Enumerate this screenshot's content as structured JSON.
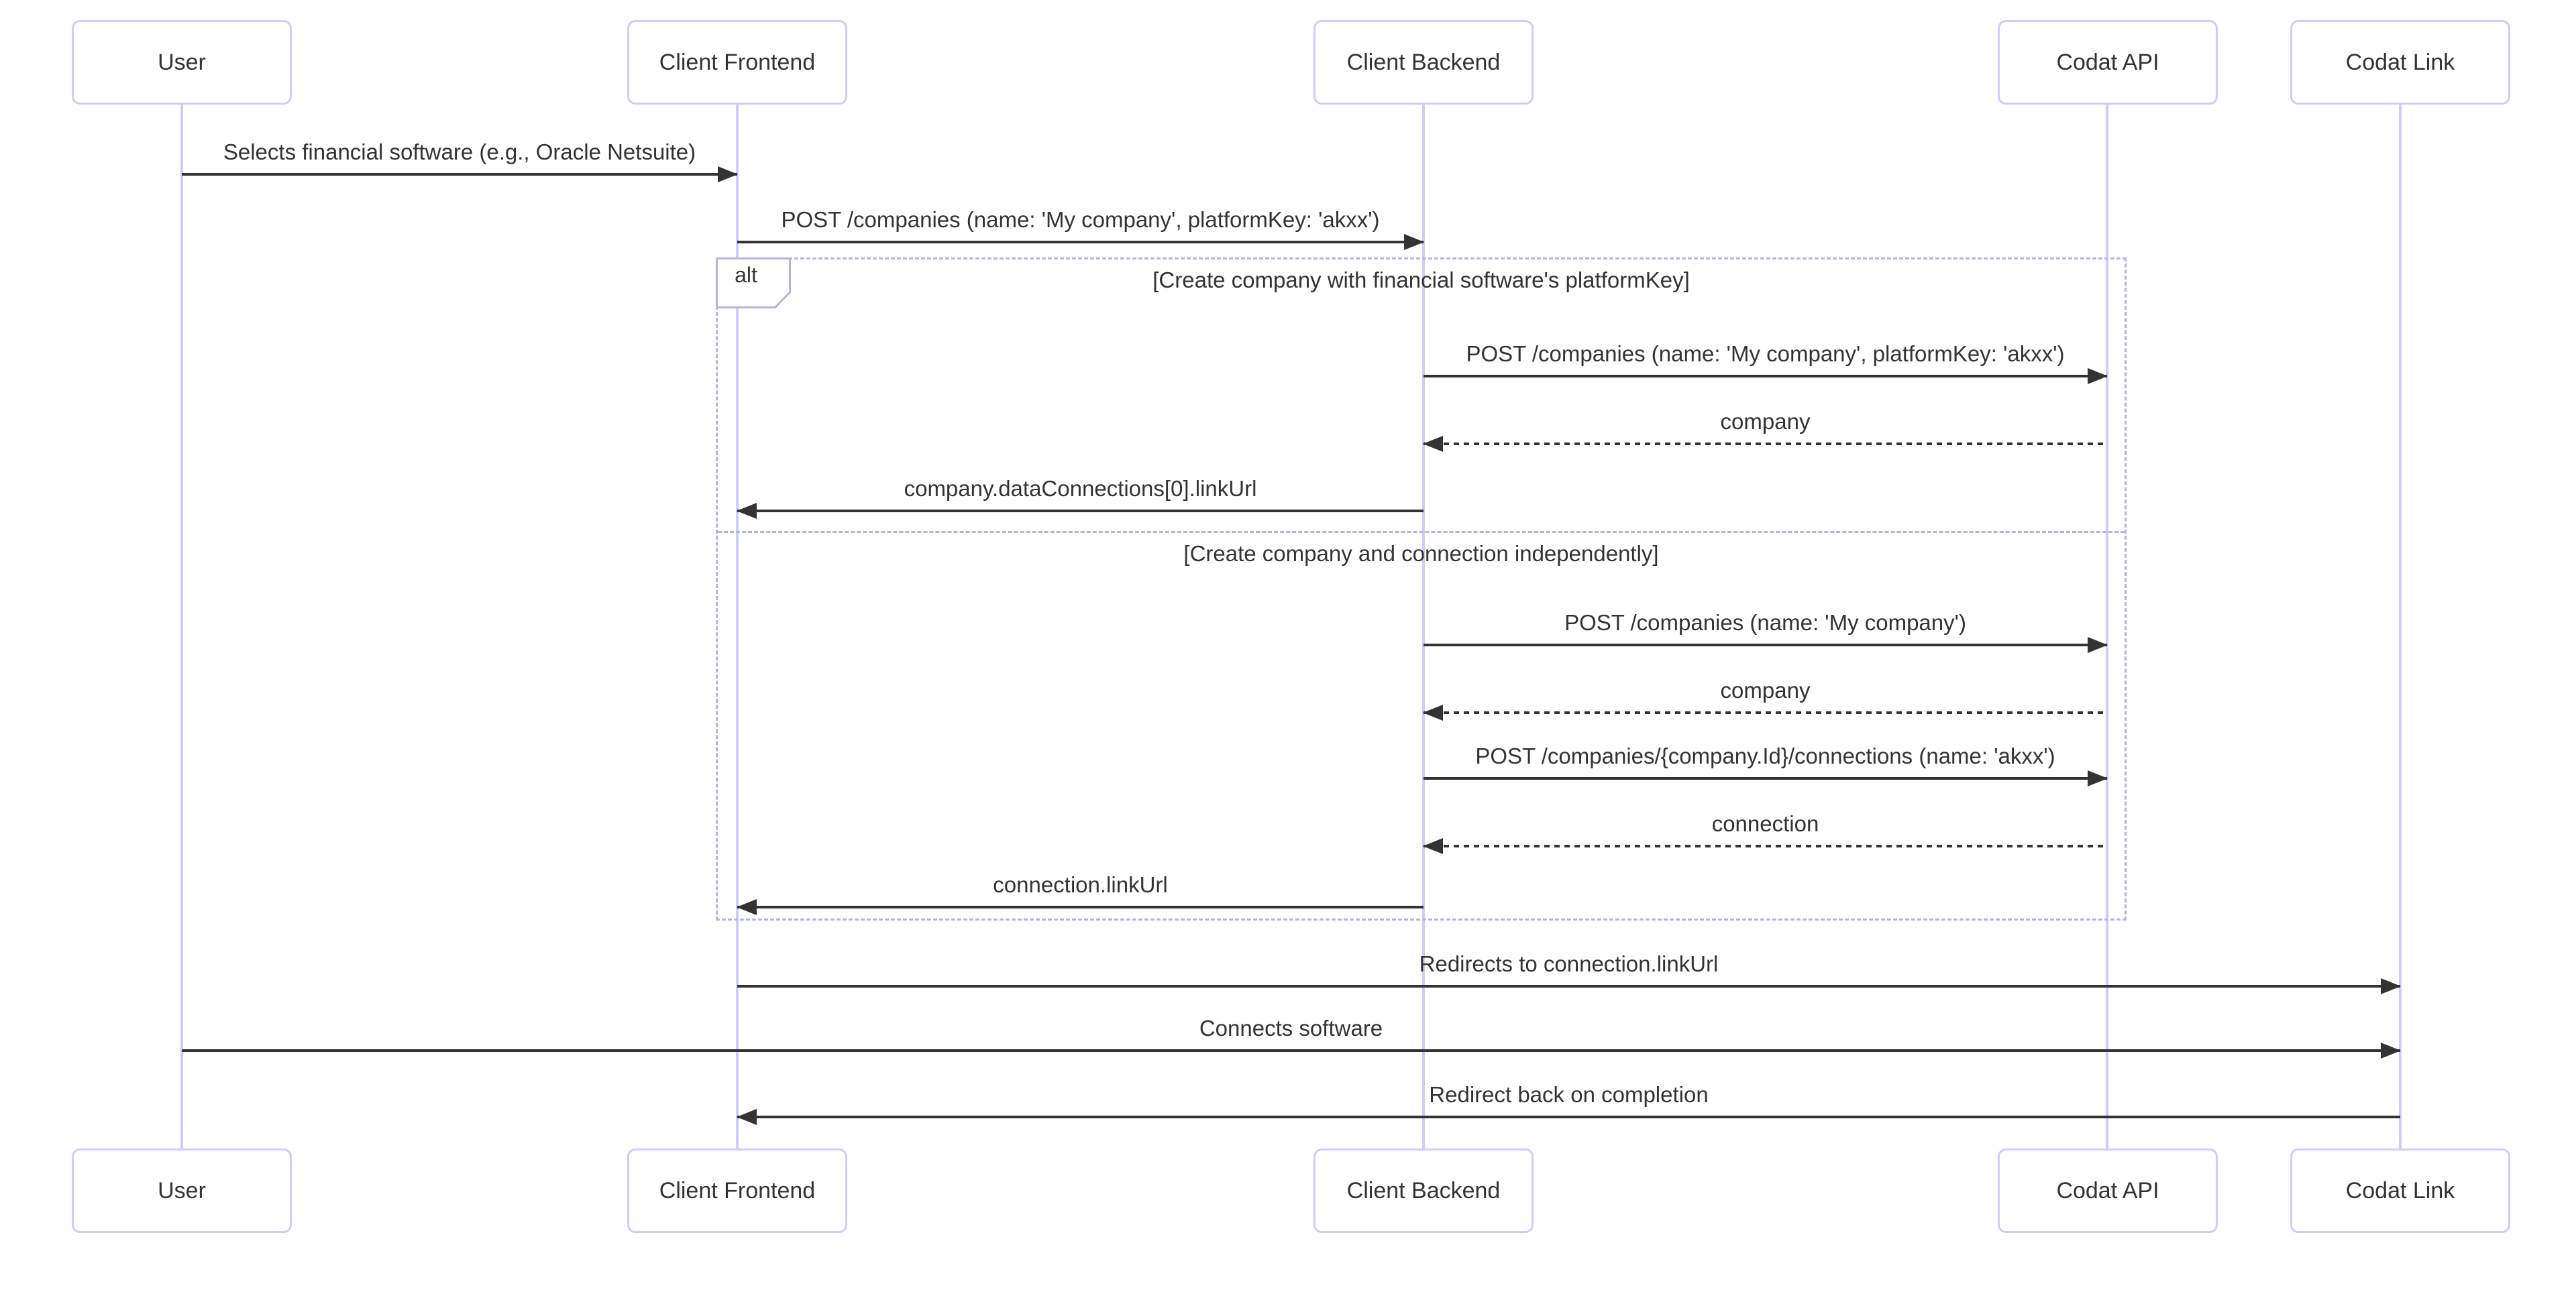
{
  "diagram": {
    "type": "sequence",
    "actors": [
      {
        "id": "user",
        "label": "User"
      },
      {
        "id": "client-frontend",
        "label": "Client Frontend"
      },
      {
        "id": "client-backend",
        "label": "Client Backend"
      },
      {
        "id": "codat-api",
        "label": "Codat API"
      },
      {
        "id": "codat-link",
        "label": "Codat Link"
      }
    ],
    "alt_frame": {
      "label": "alt",
      "branches": [
        {
          "condition": "[Create company with financial software's platformKey]"
        },
        {
          "condition": "[Create company and connection independently]"
        }
      ]
    },
    "messages": [
      {
        "from": "User",
        "to": "Client Frontend",
        "line": "solid",
        "label": "Selects financial software (e.g., Oracle Netsuite)"
      },
      {
        "from": "Client Frontend",
        "to": "Client Backend",
        "line": "solid",
        "label": "POST /companies (name: 'My company', platformKey: 'akxx')"
      },
      {
        "from": "Client Backend",
        "to": "Codat API",
        "line": "solid",
        "label": "POST /companies (name: 'My company', platformKey: 'akxx')"
      },
      {
        "from": "Codat API",
        "to": "Client Backend",
        "line": "dashed",
        "label": "company"
      },
      {
        "from": "Client Backend",
        "to": "Client Frontend",
        "line": "solid",
        "label": "company.dataConnections[0].linkUrl"
      },
      {
        "from": "Client Backend",
        "to": "Codat API",
        "line": "solid",
        "label": "POST /companies (name: 'My company')"
      },
      {
        "from": "Codat API",
        "to": "Client Backend",
        "line": "dashed",
        "label": "company"
      },
      {
        "from": "Client Backend",
        "to": "Codat API",
        "line": "solid",
        "label": "POST /companies/{company.Id}/connections (name: 'akxx')"
      },
      {
        "from": "Codat API",
        "to": "Client Backend",
        "line": "dashed",
        "label": "connection"
      },
      {
        "from": "Client Backend",
        "to": "Client Frontend",
        "line": "solid",
        "label": "connection.linkUrl"
      },
      {
        "from": "Client Frontend",
        "to": "Codat Link",
        "line": "solid",
        "label": "Redirects to connection.linkUrl"
      },
      {
        "from": "User",
        "to": "Codat Link",
        "line": "solid",
        "label": "Connects software"
      },
      {
        "from": "Codat Link",
        "to": "Client Frontend",
        "line": "solid",
        "label": "Redirect back on completion"
      }
    ],
    "colors": {
      "actor_border": "#ccccff",
      "actor_fill": "#ffffff",
      "lifeline": "#ccccff",
      "frame_border": "#b3b3e6",
      "arrow": "#333333",
      "text": "#333333",
      "background": "#ffffff"
    }
  }
}
